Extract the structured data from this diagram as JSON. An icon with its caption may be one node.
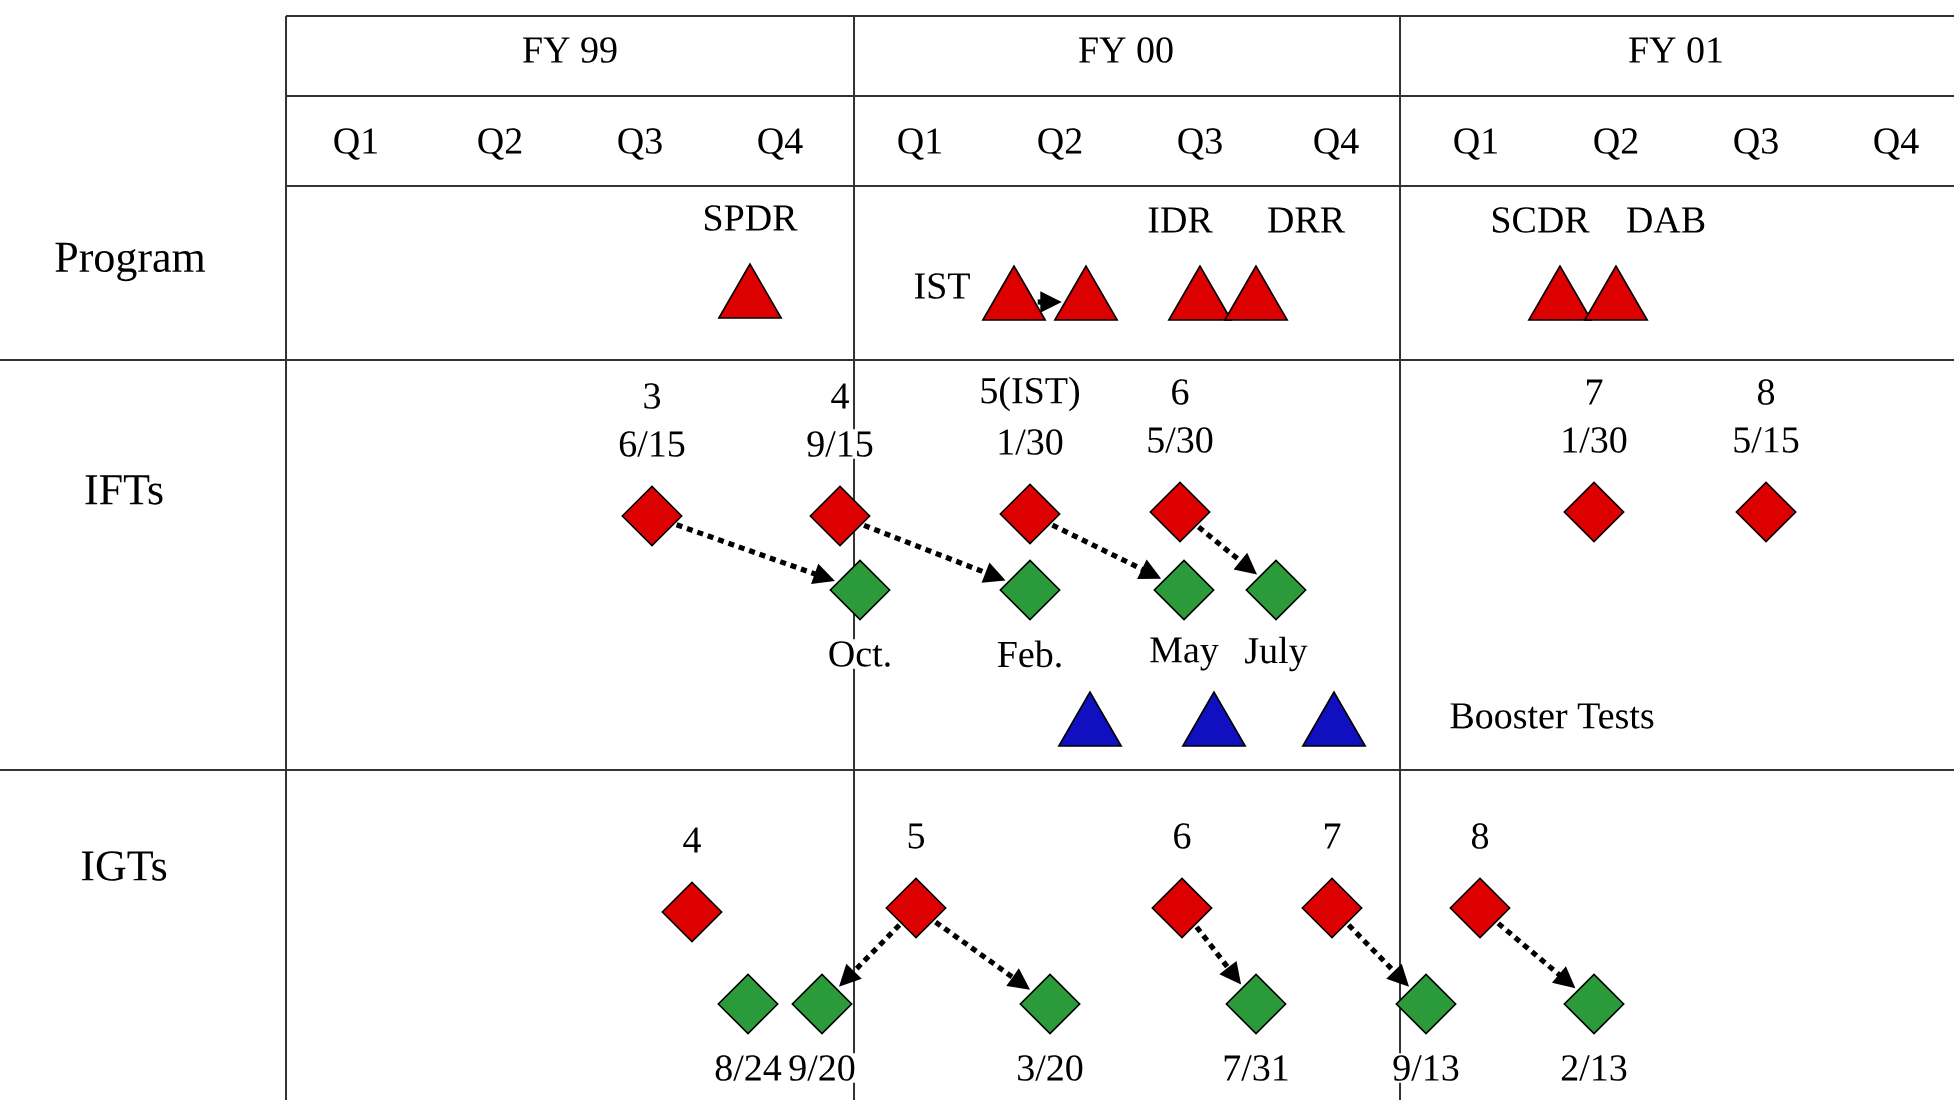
{
  "diagram": {
    "nodes": [
      {
        "text": [],
        "shape": "triangle",
        "beside": [
          "SPDR"
        ]
      },
      {
        "text": [],
        "shape": "triangle",
        "beside": [
          "IST"
        ]
      },
      {
        "text": [],
        "shape": "triangle"
      },
      {
        "text": [],
        "shape": "triangle",
        "beside": [
          "IDR"
        ]
      },
      {
        "text": [],
        "shape": "triangle",
        "beside": [
          "DRR"
        ]
      },
      {
        "text": [],
        "shape": "triangle",
        "beside": [
          "SCDR"
        ]
      },
      {
        "text": [],
        "shape": "triangle",
        "beside": [
          "DAB"
        ]
      },
      {
        "text": [],
        "shape": "diamond",
        "beside": [
          "3",
          "6/15"
        ]
      },
      {
        "text": [],
        "shape": "diamond",
        "beside": [
          "4",
          "9/15"
        ]
      },
      {
        "text": [],
        "shape": "diamond",
        "beside": [
          "5(IST)",
          "1/30"
        ]
      },
      {
        "text": [],
        "shape": "diamond",
        "beside": [
          "6",
          "5/30"
        ]
      },
      {
        "text": [],
        "shape": "diamond",
        "beside": [
          "7",
          "1/30"
        ]
      },
      {
        "text": [],
        "shape": "diamond",
        "beside": [
          "8",
          "5/15"
        ]
      },
      {
        "text": [],
        "shape": "diamond",
        "beside": [
          "Oct."
        ]
      },
      {
        "text": [],
        "shape": "diamond",
        "beside": [
          "Feb."
        ]
      },
      {
        "text": [],
        "shape": "diamond",
        "beside": [
          "May"
        ]
      },
      {
        "text": [],
        "shape": "diamond",
        "beside": [
          "July"
        ]
      },
      {
        "text": [],
        "shape": "triangle"
      },
      {
        "text": [],
        "shape": "triangle"
      },
      {
        "text": [],
        "shape": "triangle"
      },
      {
        "text": [],
        "shape": "diamond",
        "beside": [
          "4"
        ]
      },
      {
        "text": [],
        "shape": "diamond",
        "beside": [
          "5"
        ]
      },
      {
        "text": [],
        "shape": "diamond",
        "beside": [
          "6"
        ]
      },
      {
        "text": [],
        "shape": "diamond",
        "beside": [
          "7"
        ]
      },
      {
        "text": [],
        "shape": "diamond",
        "beside": [
          "8"
        ]
      },
      {
        "text": [],
        "shape": "diamond",
        "beside": [
          "8/24"
        ]
      },
      {
        "text": [],
        "shape": "diamond",
        "beside": [
          "9/20"
        ]
      },
      {
        "text": [],
        "shape": "diamond",
        "beside": [
          "3/20"
        ]
      },
      {
        "text": [],
        "shape": "diamond",
        "beside": [
          "7/31"
        ]
      },
      {
        "text": [],
        "shape": "diamond",
        "beside": [
          "9/13"
        ]
      },
      {
        "text": [],
        "shape": "diamond",
        "beside": [
          "2/13"
        ]
      }
    ],
    "edges": [
      {
        "from": 1,
        "to": 2,
        "arrow": "to",
        "style": "dashed"
      },
      {
        "from": 7,
        "to": 13,
        "arrow": "to",
        "style": "dashed"
      },
      {
        "from": 8,
        "to": 14,
        "arrow": "to",
        "style": "dashed"
      },
      {
        "from": 9,
        "to": 15,
        "arrow": "to",
        "style": "dashed"
      },
      {
        "from": 10,
        "to": 16,
        "arrow": "to",
        "style": "dashed"
      },
      {
        "from": 21,
        "to": 26,
        "arrow": "to",
        "style": "dashed"
      },
      {
        "from": 21,
        "to": 27,
        "arrow": "to",
        "style": "dashed"
      },
      {
        "from": 22,
        "to": 28,
        "arrow": "to",
        "style": "dashed"
      },
      {
        "from": 23,
        "to": 29,
        "arrow": "to",
        "style": "dashed"
      },
      {
        "from": 24,
        "to": 30,
        "arrow": "to",
        "style": "dashed"
      }
    ],
    "labels": [
      "FY 99",
      "FY 00",
      "FY 01",
      "Q1",
      "Q2",
      "Q3",
      "Q4",
      "Q1",
      "Q2",
      "Q3",
      "Q4",
      "Q1",
      "Q2",
      "Q3",
      "Q4",
      "Program",
      "IFTs",
      "Booster Tests",
      "IGTs"
    ]
  }
}
